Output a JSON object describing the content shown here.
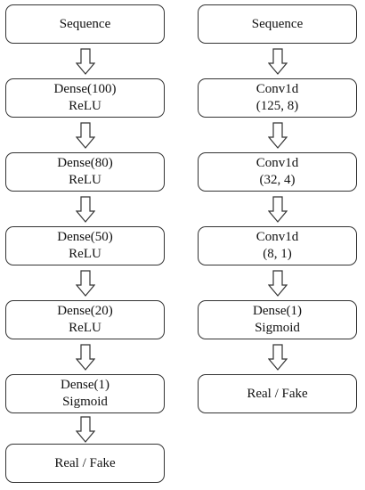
{
  "left_column": {
    "blocks": [
      {
        "line1": "Sequence",
        "line2": ""
      },
      {
        "line1": "Dense(100)",
        "line2": "ReLU"
      },
      {
        "line1": "Dense(80)",
        "line2": "ReLU"
      },
      {
        "line1": "Dense(50)",
        "line2": "ReLU"
      },
      {
        "line1": "Dense(20)",
        "line2": "ReLU"
      },
      {
        "line1": "Dense(1)",
        "line2": "Sigmoid"
      },
      {
        "line1": "Real / Fake",
        "line2": ""
      }
    ]
  },
  "right_column": {
    "blocks": [
      {
        "line1": "Sequence",
        "line2": ""
      },
      {
        "line1": "Conv1d",
        "line2": "(125, 8)"
      },
      {
        "line1": "Conv1d",
        "line2": "(32, 4)"
      },
      {
        "line1": "Conv1d",
        "line2": "(8, 1)"
      },
      {
        "line1": "Dense(1)",
        "line2": "Sigmoid"
      },
      {
        "line1": "Real / Fake",
        "line2": ""
      }
    ]
  },
  "colors": {
    "border": "#333333",
    "text": "#111111",
    "background": "#ffffff"
  },
  "icons": {
    "connector": "hollow-down-arrow-icon"
  }
}
